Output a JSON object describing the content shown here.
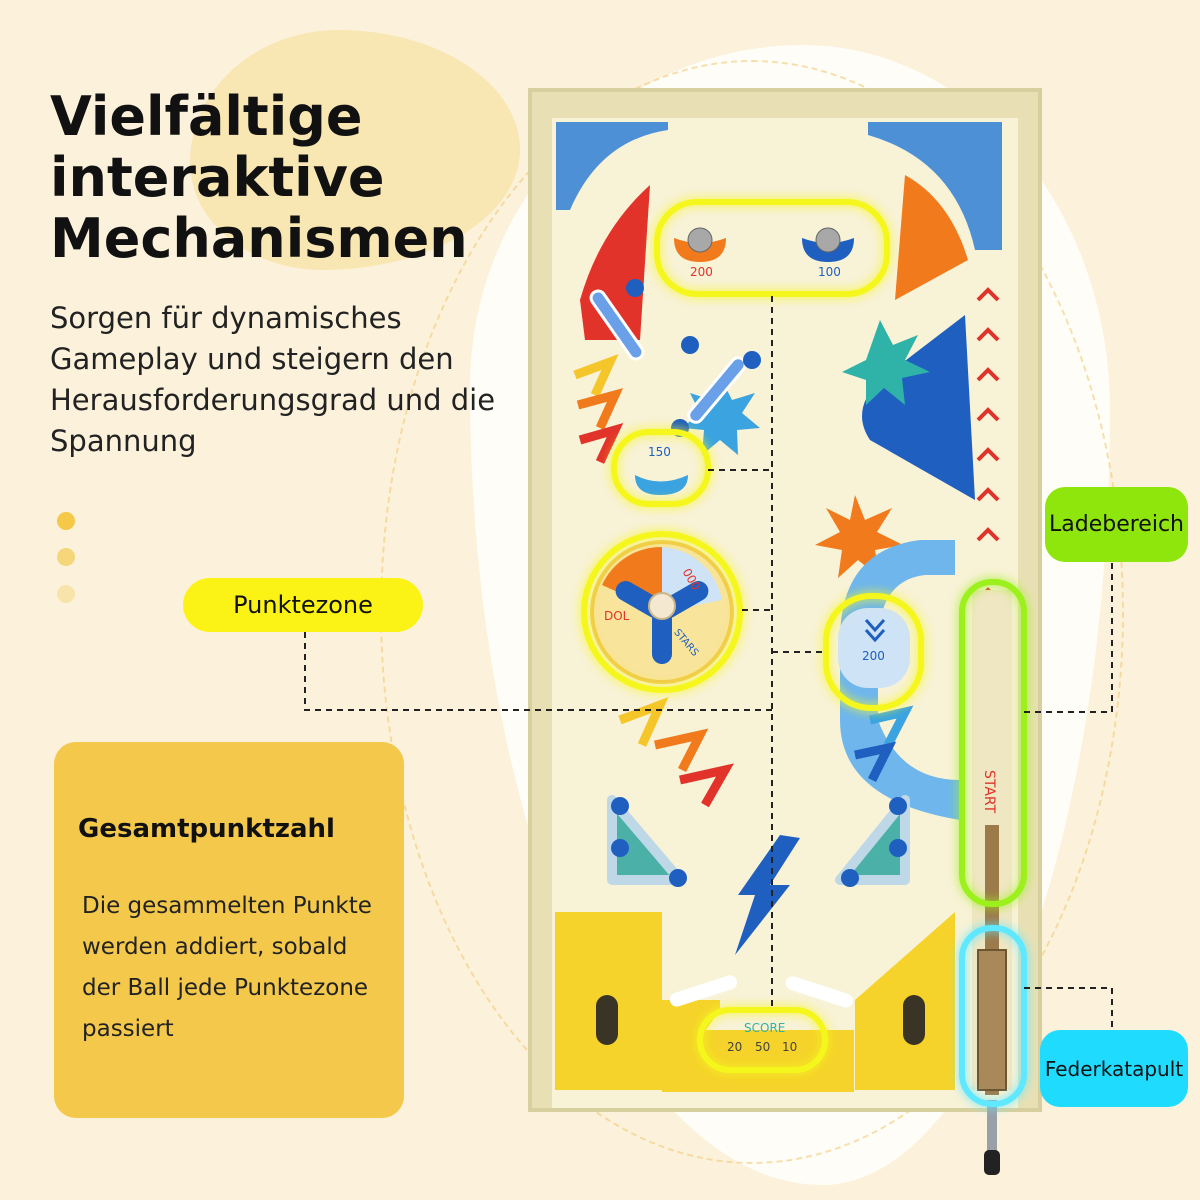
{
  "heading": {
    "title": "Vielfältige interaktive Mechanismen",
    "subtitle": "Sorgen für dynamisches Gameplay und steigern den Herausforderungsgrad und die Spannung"
  },
  "labels": {
    "punktezone": "Punktezone",
    "ladebereich": "Ladebereich",
    "federkatapult": "Federkatapult"
  },
  "card": {
    "title": "Gesamtpunktzahl",
    "text": "Die gesammelten Punkte werden addiert, sobald der Ball jede Punktezone passiert"
  },
  "board": {
    "cups": [
      {
        "value": "200"
      },
      {
        "value": "100"
      }
    ],
    "cup_single": "150",
    "channel_value": "200",
    "spinner": [
      "000",
      "DOL",
      "STARS"
    ],
    "start": "START",
    "score_label": "SCORE",
    "score_values": [
      "20",
      "50",
      "10"
    ]
  },
  "colors": {
    "glow_yellow": "#f5f71c",
    "glow_green": "#9cf01a",
    "glow_cyan": "#5fe8ff",
    "card": "#f4c94b",
    "red": "#e8352b",
    "blue": "#1f5fbf",
    "orange": "#f07a1c"
  }
}
